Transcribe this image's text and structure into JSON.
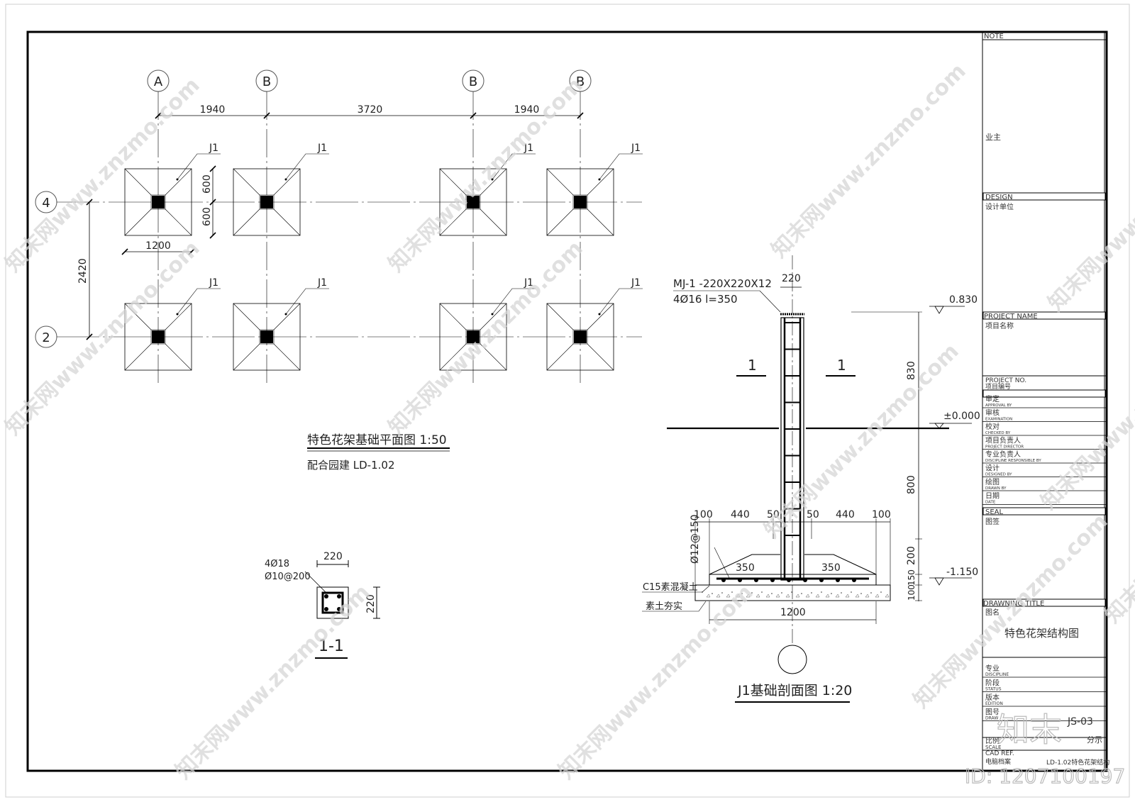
{
  "grid": {
    "col_axes": [
      "A",
      "B",
      "B",
      "B"
    ],
    "row_axes": [
      "4",
      "2"
    ],
    "col_dims": [
      "1940",
      "3720",
      "1940"
    ],
    "row_dim": "2420",
    "footing_label": "J1",
    "footing_width": "1200",
    "footing_half_a": "600",
    "footing_half_b": "600"
  },
  "plan": {
    "title": "特色花架基础平面图 1:50",
    "subtitle": "配合园建 LD-1.02"
  },
  "column_section": {
    "rebar_main": "4Ø18",
    "rebar_stirrup": "Ø10@200",
    "width": "220",
    "depth": "220",
    "label": "1-1"
  },
  "footing_section": {
    "plate_a": "MJ-1 -220X220X12",
    "plate_b": "4Ø16 l=350",
    "col_width": "220",
    "cut_left": "1",
    "cut_right": "1",
    "el_top": "0.830",
    "el_zero": "±0.000",
    "el_bottom": "-1.150",
    "h_830": "830",
    "h_800": "800",
    "h_200": "200",
    "h_150": "150",
    "h_100": "100",
    "d_100a": "100",
    "d_440a": "440",
    "d_50a": "50",
    "d_50b": "50",
    "d_440b": "440",
    "d_100b": "100",
    "rebar_bottom": "Ø12@150",
    "d_350a": "350",
    "d_350b": "350",
    "concrete": "C15素混凝土",
    "soil": "素土夯实",
    "width": "1200",
    "title": "J1基础剖面图 1:20"
  },
  "title_block": {
    "note": "NOTE",
    "owner": "业主",
    "design": "DESIGN",
    "design_cn": "设计单位",
    "project_name": "PROJECT NAME",
    "project_name_cn": "项目名称",
    "project_no": "PROJECT NO.",
    "project_no_cn": "项目编号",
    "rows": [
      {
        "cn": "审定",
        "en": "APPROVAL BY"
      },
      {
        "cn": "审核",
        "en": "EXAMINATION"
      },
      {
        "cn": "校对",
        "en": "CHECKED BY"
      },
      {
        "cn": "项目负责人",
        "en": "PROJECT DIRECTOR"
      },
      {
        "cn": "专业负责人",
        "en": "DISCIPLINE RESPONSIBLE BY"
      },
      {
        "cn": "设计",
        "en": "DESIGNED BY"
      },
      {
        "cn": "绘图",
        "en": "DRAWN BY"
      },
      {
        "cn": "日期",
        "en": "DATE"
      }
    ],
    "seal": "SEAL",
    "seal_cn": "图签",
    "drawing_title": "DRAWNING TITLE",
    "drawing_title_cn": "图名",
    "drawing_name": "特色花架结构图",
    "bottom_rows": [
      {
        "cn": "专业",
        "en": "DISCIPLINE"
      },
      {
        "cn": "阶段",
        "en": "STATUS"
      },
      {
        "cn": "版本",
        "en": "EDITION"
      },
      {
        "cn": "图号",
        "en": "DRAW"
      }
    ],
    "drawing_no": "JS-03",
    "scale_cn": "比例",
    "scale_en": "SCALE",
    "scale_val": "分示",
    "cad_ref": "CAD REF.",
    "cad_cn": "电脑档案",
    "cad_file": "LD-1.02特色花架结构"
  },
  "watermark": {
    "text": "知末网www.znzmo.com",
    "logo": "知末",
    "id": "ID: 1207100197"
  }
}
